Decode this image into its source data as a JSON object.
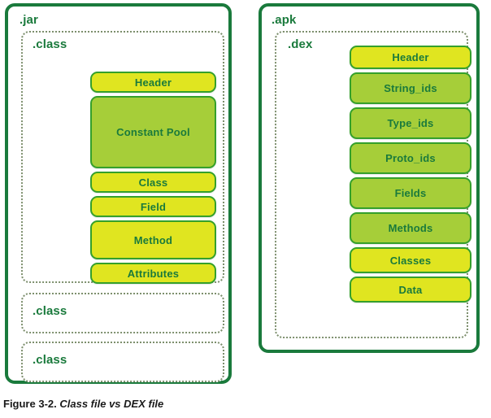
{
  "figure": {
    "caption_prefix": "Figure 3-2.",
    "caption_title": "Class file vs DEX file"
  },
  "colors": {
    "outer_border": "#1a7a3c",
    "dotted_border": "#7d8f6d",
    "block_border": "#35a02b",
    "block_yellow": "#e0e520",
    "block_green": "#a6ce39",
    "text_green": "#1a7a3c",
    "background": "#ffffff"
  },
  "diagram": {
    "type": "comparison-block-diagram",
    "panels": [
      {
        "id": "jar",
        "label": "jar",
        "label_text": ".jar",
        "sections": [
          {
            "id": "class-1",
            "label_text": ".class",
            "blocks": [
              {
                "label": "Header",
                "color": "yellow",
                "height": 26
              },
              {
                "label": "Constant Pool",
                "color": "green",
                "height": 89
              },
              {
                "label": "Class",
                "color": "yellow",
                "height": 26
              },
              {
                "label": "Field",
                "color": "yellow",
                "height": 26
              },
              {
                "label": "Method",
                "color": "yellow",
                "height": 48
              },
              {
                "label": "Attributes",
                "color": "yellow",
                "height": 26
              }
            ]
          },
          {
            "id": "class-2",
            "label_text": ".class",
            "blocks": []
          },
          {
            "id": "class-3",
            "label_text": ".class",
            "blocks": []
          }
        ]
      },
      {
        "id": "apk",
        "label": "apk",
        "label_text": ".apk",
        "sections": [
          {
            "id": "dex",
            "label_text": ".dex",
            "blocks": [
              {
                "label": "Header",
                "color": "yellow",
                "height": 29
              },
              {
                "label": "String_ids",
                "color": "green",
                "height": 39
              },
              {
                "label": "Type_ids",
                "color": "green",
                "height": 39
              },
              {
                "label": "Proto_ids",
                "color": "green",
                "height": 39
              },
              {
                "label": "Fields",
                "color": "green",
                "height": 39
              },
              {
                "label": "Methods",
                "color": "green",
                "height": 39
              },
              {
                "label": "Classes",
                "color": "yellow",
                "height": 32
              },
              {
                "label": "Data",
                "color": "yellow",
                "height": 32
              }
            ]
          }
        ]
      }
    ]
  },
  "caption": {
    "prefix": "Figure 3-2.",
    "title": "Class file vs DEX file"
  }
}
